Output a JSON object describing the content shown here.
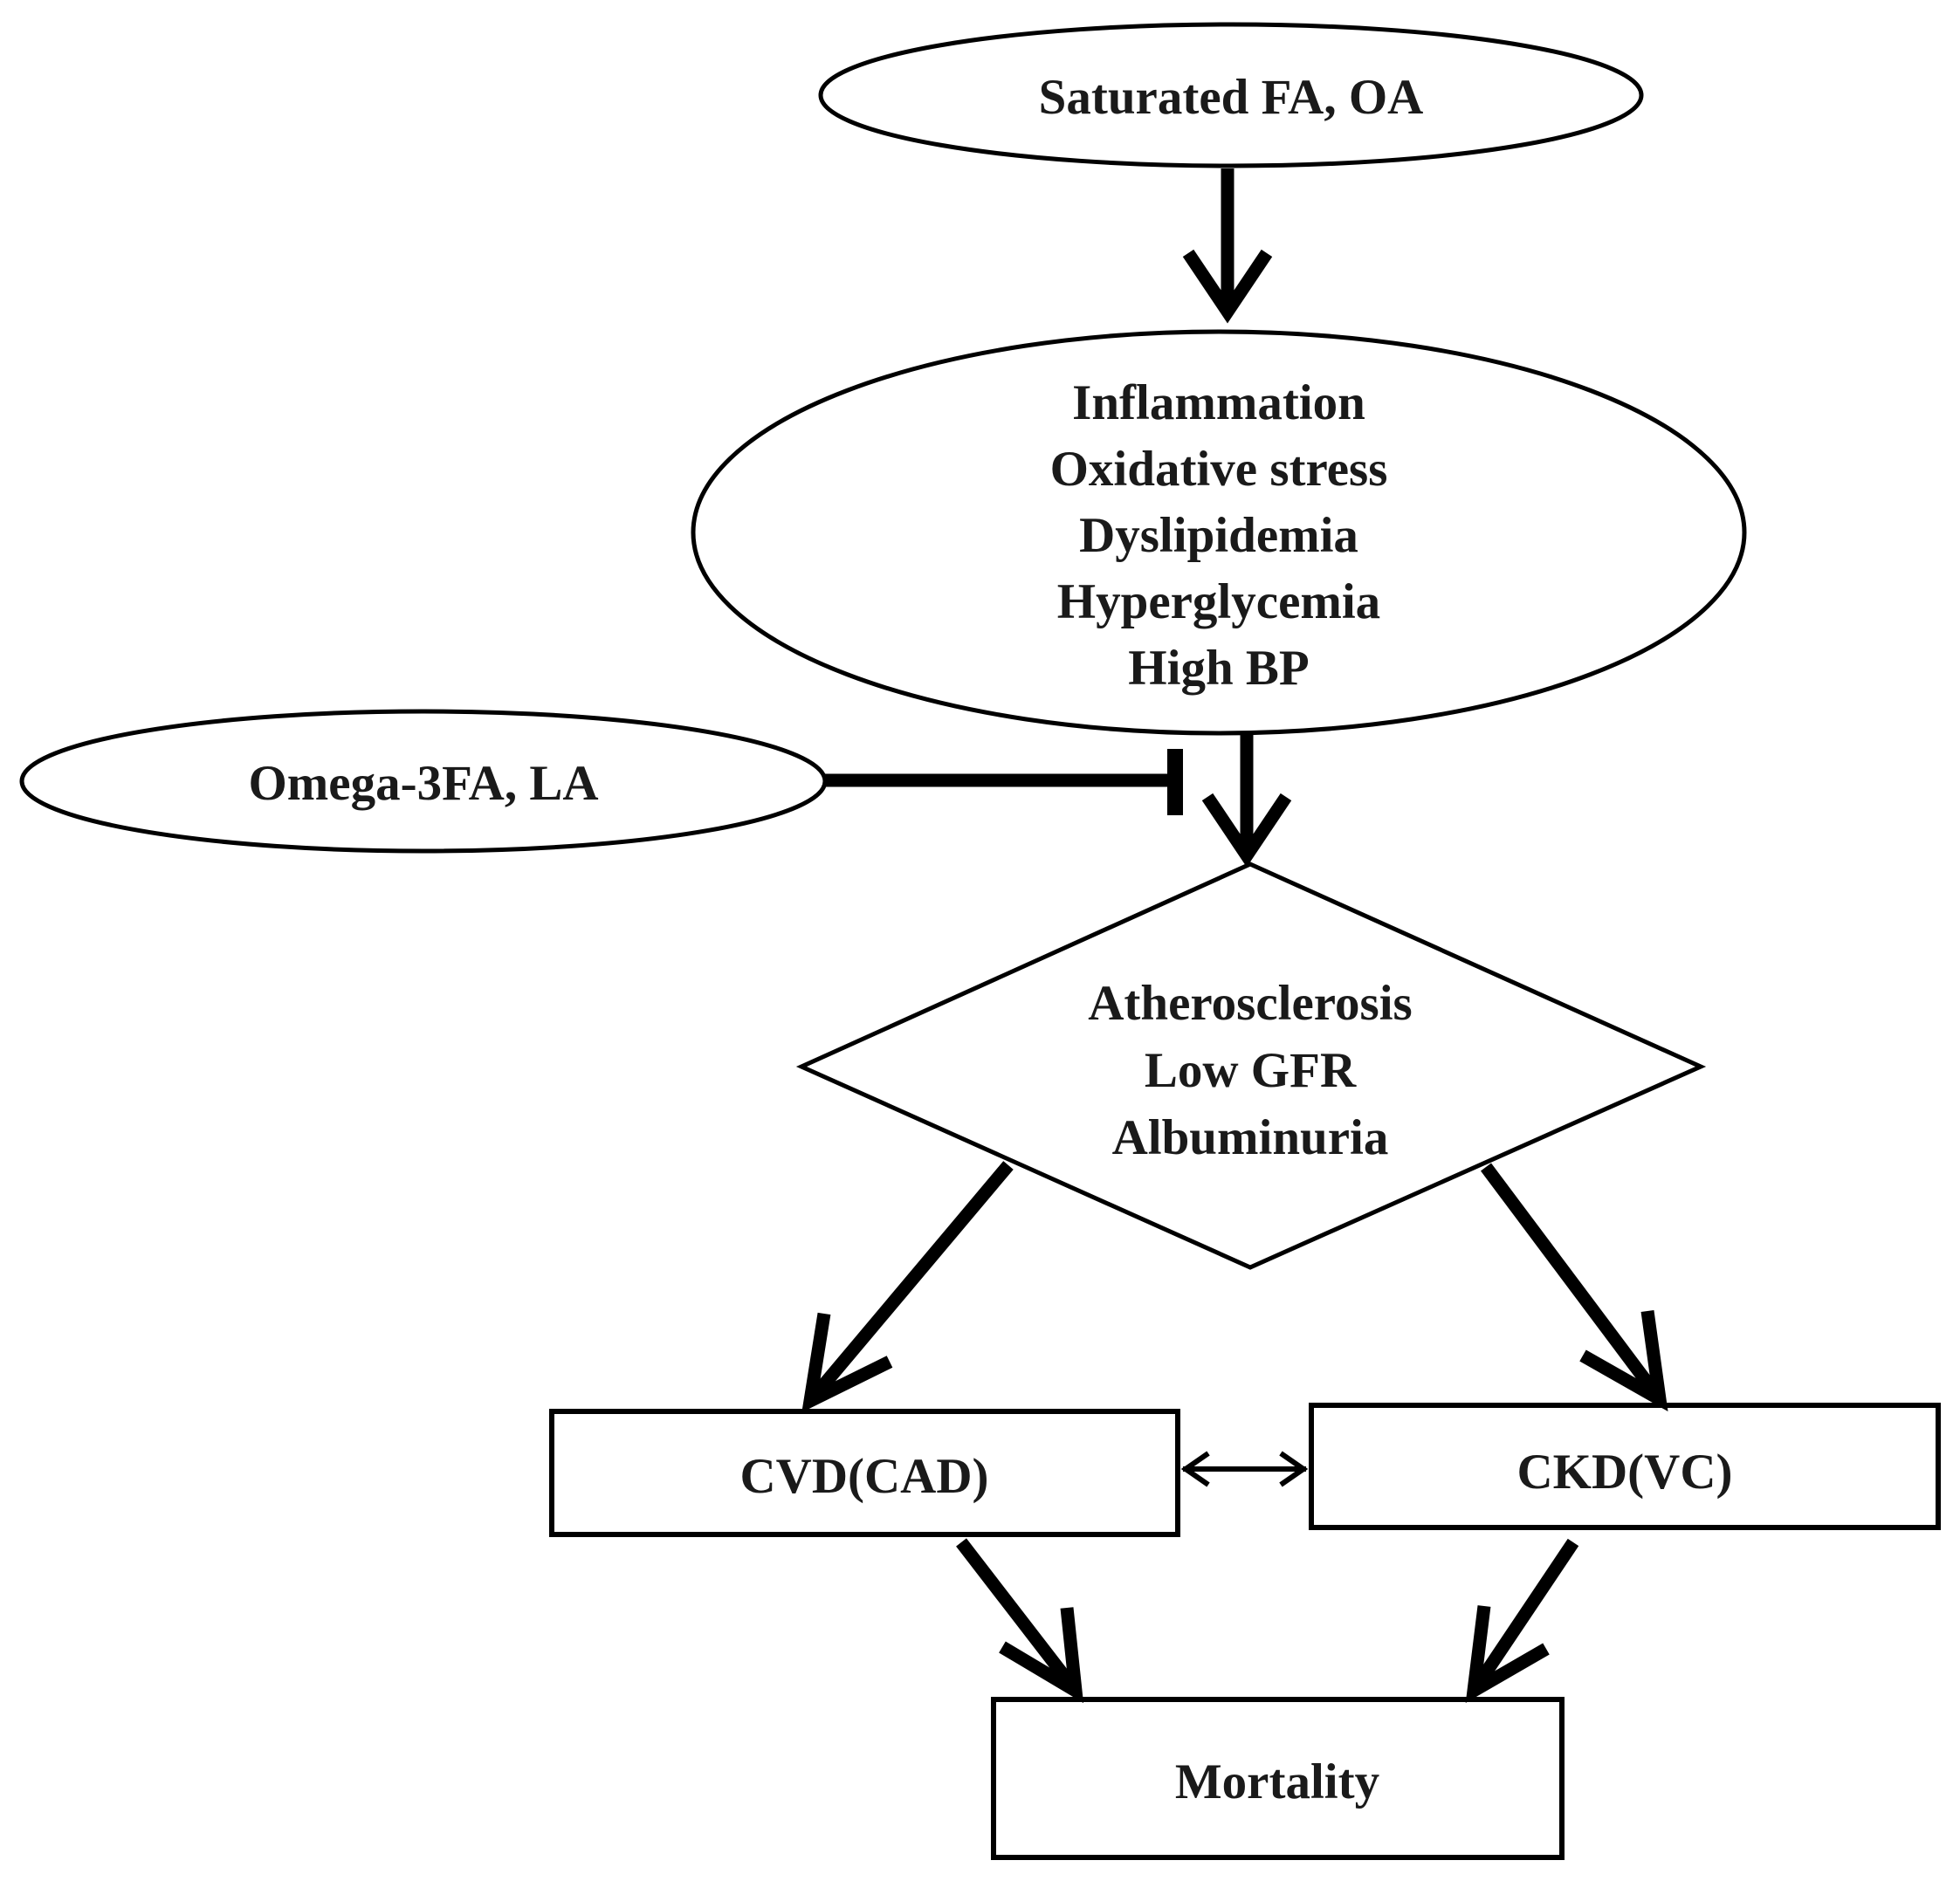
{
  "nodes": {
    "saturated": {
      "label": "Saturated FA, OA"
    },
    "risk_factors": {
      "lines": [
        "Inflammation",
        "Oxidative stress",
        "Dyslipidemia",
        "Hyperglycemia",
        "High BP"
      ]
    },
    "omega": {
      "label": "Omega-3FA, LA"
    },
    "outcomes": {
      "lines": [
        "Atherosclerosis",
        "Low GFR",
        "Albuminuria"
      ]
    },
    "cvd": {
      "label": "CVD(CAD)"
    },
    "ckd": {
      "label": "CKD(VC)"
    },
    "mortality": {
      "label": "Mortality"
    }
  },
  "edges": [
    {
      "from": "saturated",
      "to": "risk_factors",
      "type": "promotes"
    },
    {
      "from": "risk_factors",
      "to": "outcomes",
      "type": "promotes"
    },
    {
      "from": "omega",
      "to": "risk_factors-to-outcomes",
      "type": "inhibits"
    },
    {
      "from": "outcomes",
      "to": "cvd",
      "type": "promotes"
    },
    {
      "from": "outcomes",
      "to": "ckd",
      "type": "promotes"
    },
    {
      "from": "cvd",
      "to": "ckd",
      "type": "bidirectional"
    },
    {
      "from": "cvd",
      "to": "mortality",
      "type": "promotes"
    },
    {
      "from": "ckd",
      "to": "mortality",
      "type": "promotes"
    }
  ],
  "colors": {
    "stroke": "#000000",
    "text": "#1a1a1a",
    "background": "#ffffff"
  }
}
